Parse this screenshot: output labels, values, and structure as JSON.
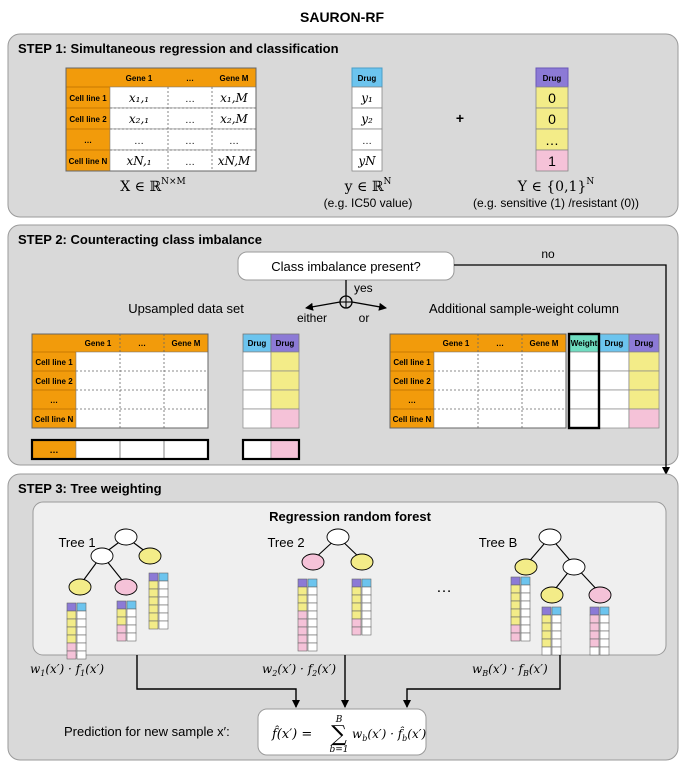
{
  "title": "SAURON-RF",
  "colors": {
    "panel": "#d9d9d9",
    "panel_stroke": "#8c8c8c",
    "orange": "#f29b0b",
    "orange_dark": "#c87800",
    "blue": "#6cc4ee",
    "purple": "#8c7ad6",
    "yellow": "#f3ec88",
    "pink": "#f5c2d8",
    "green": "#6fdcc0",
    "inner_panel": "#efefef"
  },
  "step1": {
    "title": "STEP 1: Simultaneous regression and classification",
    "x_table": {
      "header": [
        "",
        "Gene 1",
        "…",
        "Gene M"
      ],
      "rows": [
        [
          "Cell line 1",
          "x₁,₁",
          "…",
          "x₁,M"
        ],
        [
          "Cell line 2",
          "x₂,₁",
          "…",
          "x₂,M"
        ],
        [
          "…",
          "…",
          "…",
          "…"
        ],
        [
          "Cell line N",
          "xN,₁",
          "…",
          "xN,M"
        ]
      ]
    },
    "y_table": {
      "header": "Drug",
      "rows": [
        "y₁",
        "y₂",
        "…",
        "yN"
      ]
    },
    "class_table": {
      "header": "Drug",
      "rows": [
        "0",
        "0",
        "…",
        "1"
      ]
    },
    "plus": "+",
    "x_formula": "X ∈ ℝ",
    "x_formula_sup": "N×M",
    "y_formula": "y ∈ ℝ",
    "y_formula_sup": "N",
    "y_caption": "(e.g. IC50 value)",
    "class_formula": "Y ∈ {0,1}",
    "class_formula_sup": "N",
    "class_caption": "(e.g. sensitive (1) /resistant (0))"
  },
  "step2": {
    "title": "STEP 2: Counteracting class imbalance",
    "question": "Class imbalance present?",
    "no": "no",
    "yes": "yes",
    "either": "either",
    "or": "or",
    "upsampled_title": "Upsampled data set",
    "weight_title": "Additional sample-weight column",
    "table_header": [
      "",
      "Gene 1",
      "…",
      "Gene M"
    ],
    "row_labels": [
      "Cell line 1",
      "Cell line 2",
      "…",
      "Cell line N"
    ],
    "extra_row_label": "…",
    "drug_label": "Drug",
    "weight_label": "Weight"
  },
  "step3": {
    "title": "STEP 3: Tree weighting",
    "forest_title": "Regression random forest",
    "trees": [
      "Tree 1",
      "Tree 2",
      "Tree B"
    ],
    "ellipsis": "…",
    "weights": [
      {
        "w": "w",
        "sub": "1",
        "f": "f",
        "fsub": "1"
      },
      {
        "w": "w",
        "sub": "2",
        "f": "f",
        "fsub": "2"
      },
      {
        "w": "w",
        "sub": "B",
        "f": "f",
        "fsub": "B"
      }
    ],
    "prediction_label": "Prediction for new sample x′:",
    "sum_top": "B",
    "sum_bottom": "b=1"
  }
}
